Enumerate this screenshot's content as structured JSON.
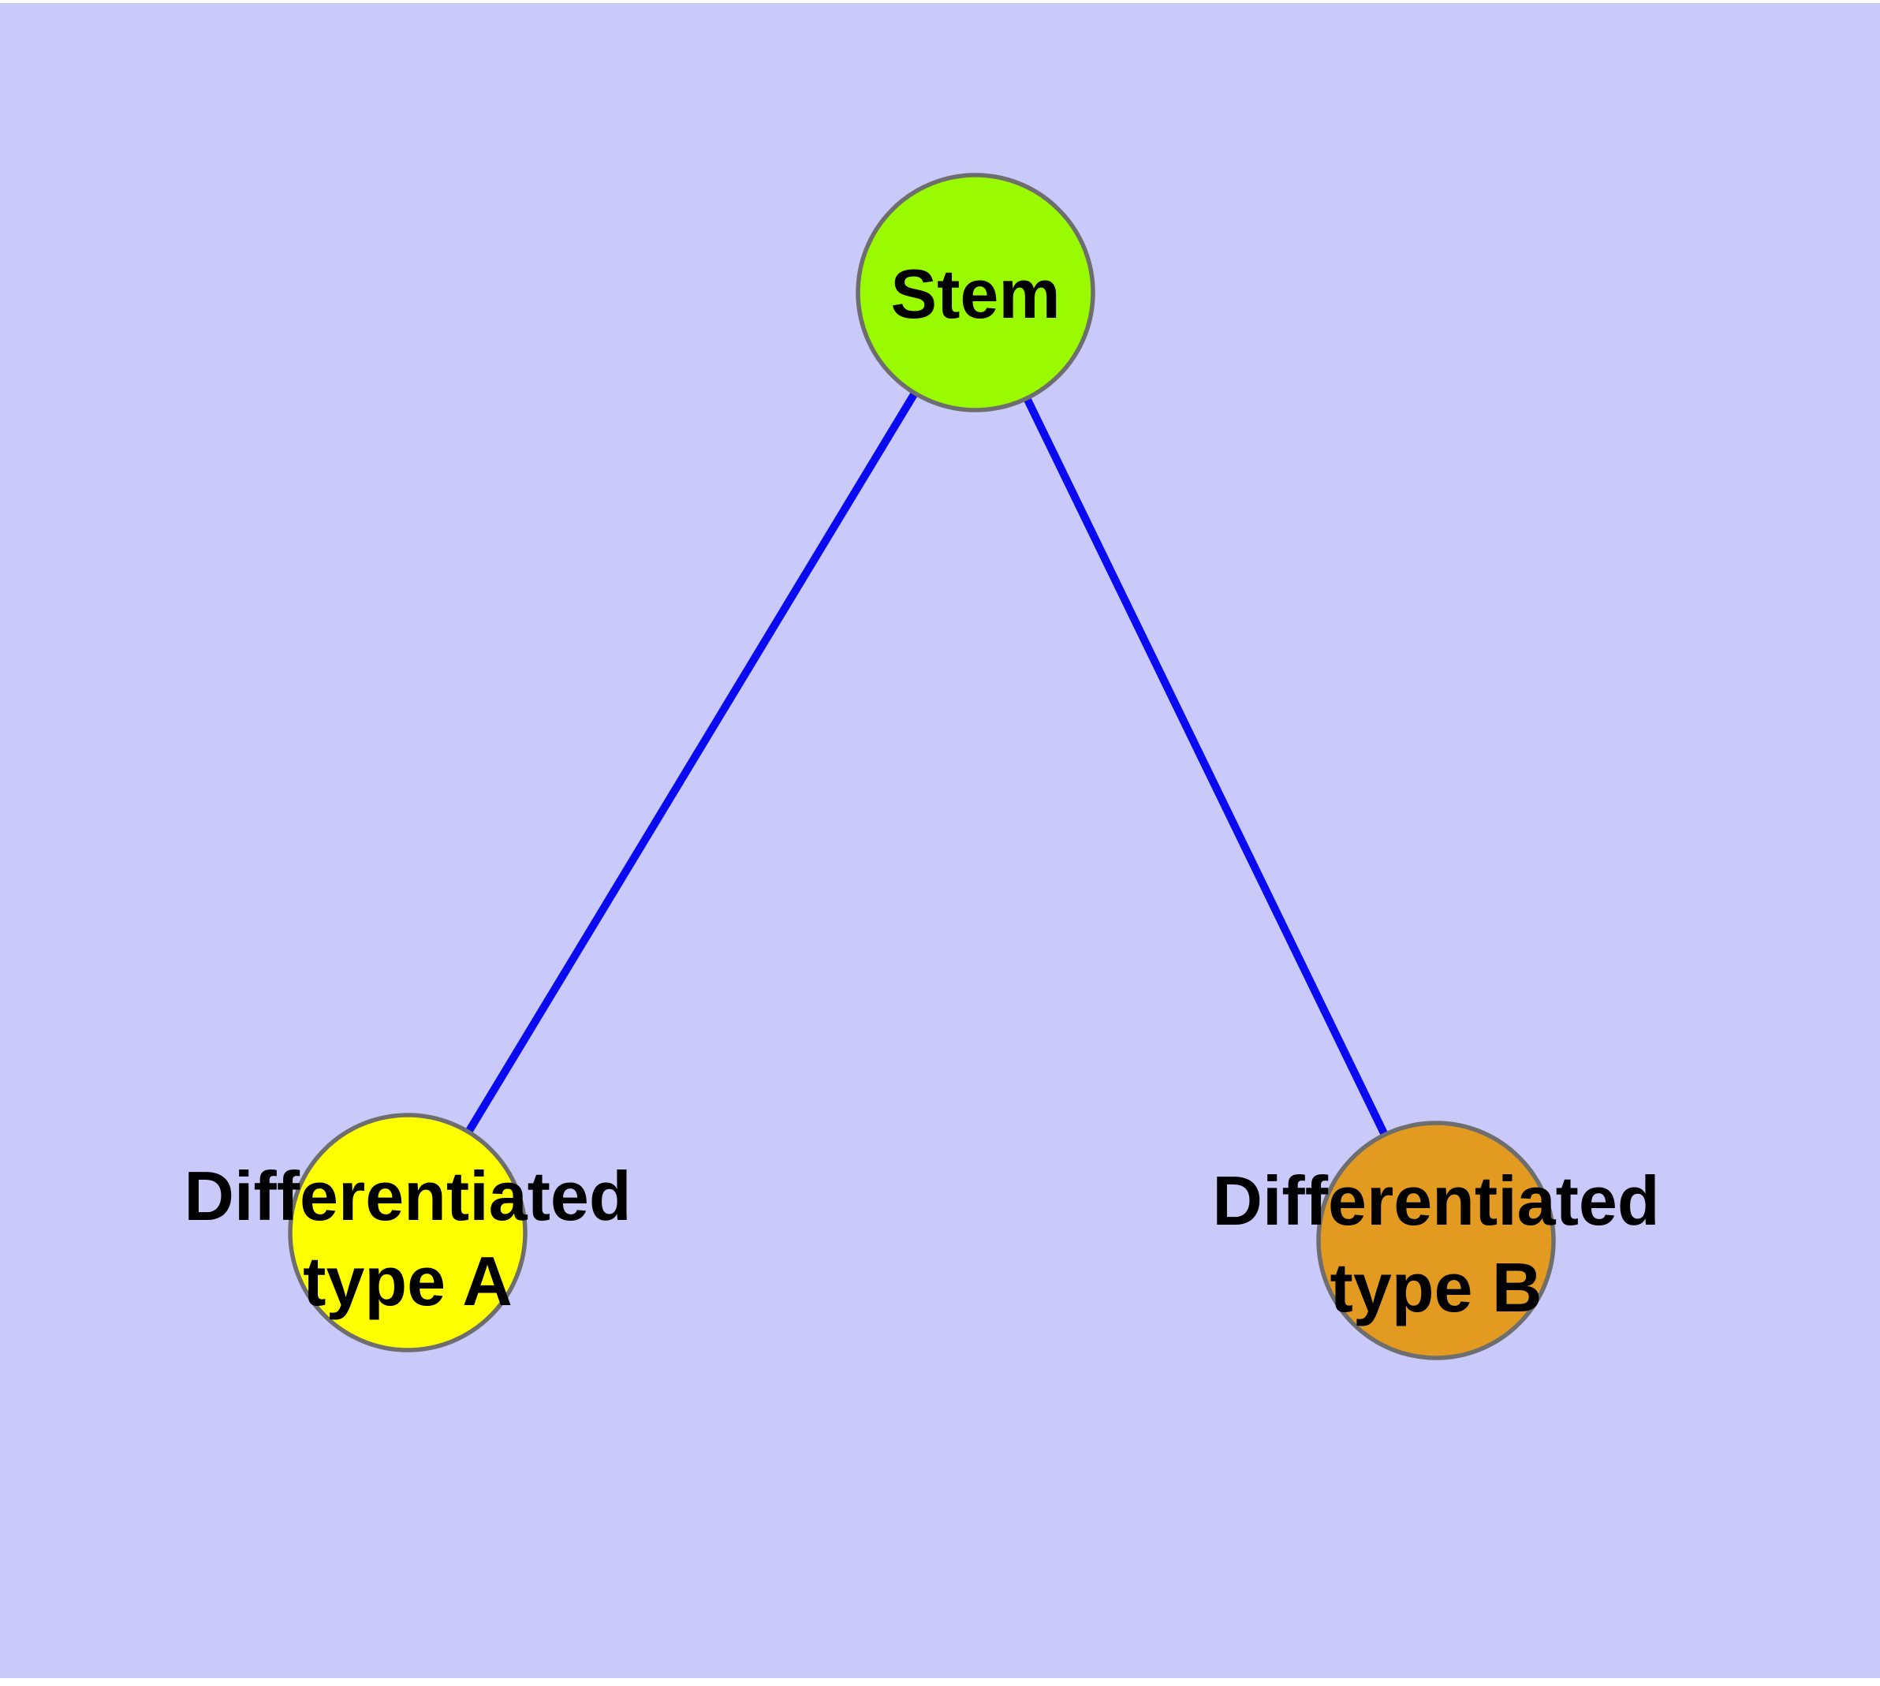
{
  "diagram": {
    "type": "network-graph",
    "background_color": "#CACAFA",
    "outer_margin_color": "#FFFFFF",
    "edge_color": "#0A0AF0",
    "node_border_color": "#6E6E6E",
    "label_color": "#000000",
    "nodes": [
      {
        "id": "stem",
        "label": "Stem",
        "label_lines": [
          "Stem"
        ],
        "fill": "#9AFB00"
      },
      {
        "id": "differentiated-type-a",
        "label": "Differentiated type A",
        "label_lines": [
          "Differentiated",
          "type A"
        ],
        "fill": "#FFFF00"
      },
      {
        "id": "differentiated-type-b",
        "label": "Differentiated type B",
        "label_lines": [
          "Differentiated",
          "type B"
        ],
        "fill": "#E29A20"
      }
    ],
    "edges": [
      {
        "from": "stem",
        "to": "differentiated-type-a"
      },
      {
        "from": "stem",
        "to": "differentiated-type-b"
      }
    ]
  }
}
